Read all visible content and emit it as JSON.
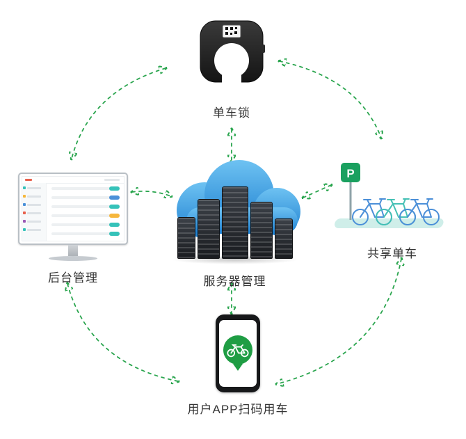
{
  "nodes": {
    "lock": {
      "label": "单车锁"
    },
    "admin": {
      "label": "后台管理"
    },
    "server": {
      "label": "服务器管理"
    },
    "bikes": {
      "label": "共享单车",
      "sign_letter": "P"
    },
    "app": {
      "label": "用户APP扫码用车"
    }
  },
  "colors": {
    "arrow_green": "#2aa54e",
    "cloud_blue": "#1d7fd0",
    "pin_green": "#1f9d44",
    "bike_blue": "#4b8fd8",
    "platform_teal": "#cfeee9",
    "sign_green": "#1aa05f"
  },
  "icons": [
    "qr-code-icon",
    "cloud-icon",
    "server-rack-icon",
    "parking-sign-icon",
    "bike-icon",
    "map-pin-icon"
  ]
}
